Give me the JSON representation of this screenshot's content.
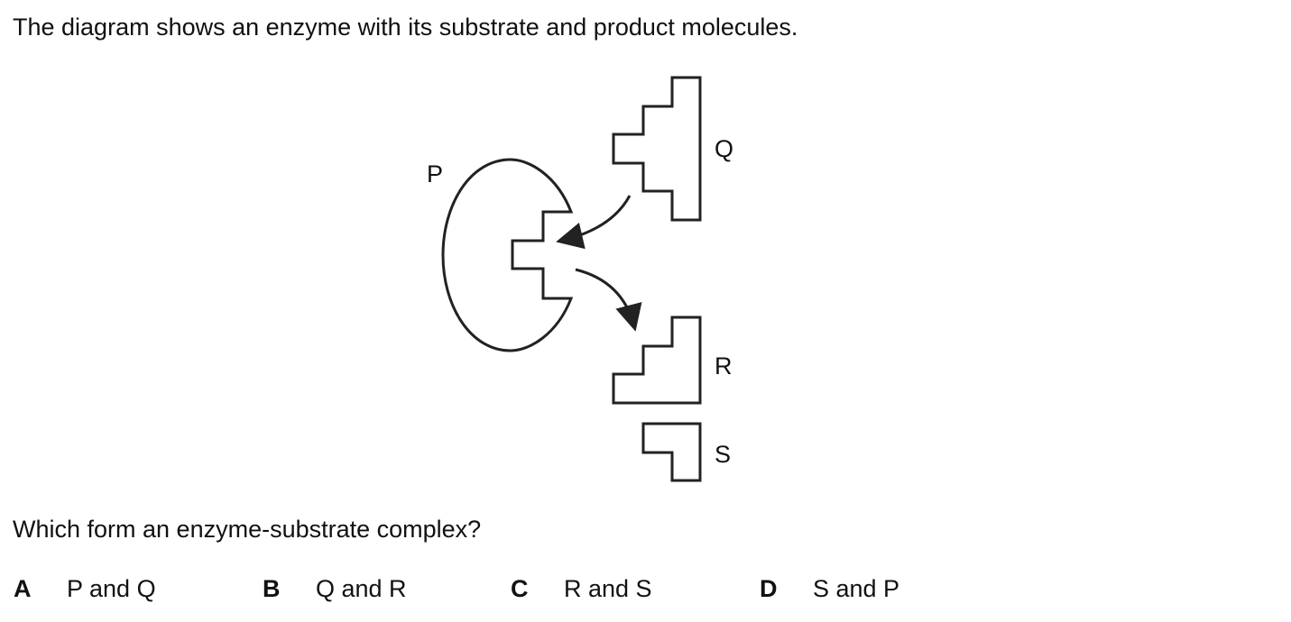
{
  "question": {
    "stem": "The diagram shows an enzyme with its substrate and product molecules.",
    "prompt": "Which form an enzyme-substrate complex?"
  },
  "diagram": {
    "labels": {
      "p": "P",
      "q": "Q",
      "r": "R",
      "s": "S"
    }
  },
  "options": [
    {
      "letter": "A",
      "text": "P and Q"
    },
    {
      "letter": "B",
      "text": "Q and R"
    },
    {
      "letter": "C",
      "text": "R and S"
    },
    {
      "letter": "D",
      "text": "S and P"
    }
  ]
}
